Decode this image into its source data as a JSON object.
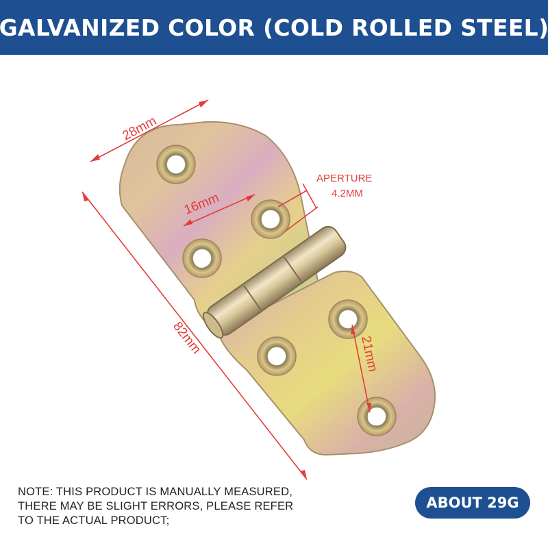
{
  "header": {
    "title": "GALVANIZED COLOR (COLD ROLLED STEEL)"
  },
  "dimensions": {
    "width": "28mm",
    "length": "82mm",
    "hole_spacing_horizontal": "16mm",
    "hole_spacing_vertical": "21mm",
    "aperture_label": "APERTURE",
    "aperture_value": "4.2MM"
  },
  "note": {
    "lines": [
      "NOTE: THIS PRODUCT IS MANUALLY MEASURED,",
      "THERE MAY BE SLIGHT ERRORS, PLEASE REFER",
      "TO THE ACTUAL PRODUCT;"
    ]
  },
  "weight_badge": {
    "label": "ABOUT 29G"
  },
  "colors": {
    "header_bg": "#1d4f91",
    "dimension_red": "#e23b3b",
    "badge_bg": "#1d4f91"
  }
}
